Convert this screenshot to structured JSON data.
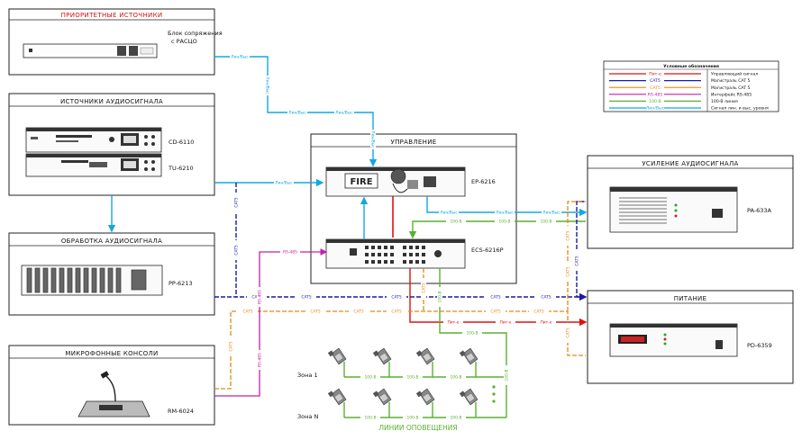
{
  "blocks": {
    "priority": {
      "title": "ПРИОРИТЕТНЫЕ ИСТОЧНИКИ",
      "device_label": "Блок сопряжения\nс РАСЦО"
    },
    "sources": {
      "title": "ИСТОЧНИКИ АУДИОСИГНАЛА",
      "dev1": "CD-6110",
      "dev2": "TU-6210"
    },
    "processing": {
      "title": "ОБРАБОТКА АУДИОСИГНАЛА",
      "dev": "PP-6213"
    },
    "mic": {
      "title": "МИКРОФОННЫЕ КОНСОЛИ",
      "dev": "RM-6024"
    },
    "control": {
      "title": "УПРАВЛЕНИЕ",
      "dev1": "EP-6216",
      "dev2": "ECS-6216P",
      "fire": "FIRE"
    },
    "amp": {
      "title": "УСИЛЕНИЕ АУДИОСИГНАЛА",
      "dev": "PA-633A"
    },
    "power": {
      "title": "ПИТАНИЕ",
      "dev": "PD-6359"
    }
  },
  "zones": {
    "zone1": "Зона 1",
    "zoneN": "Зона N",
    "lines": "ЛИНИИ ОПОВЕЩЕНИЯ"
  },
  "wires": {
    "line": "Лин/Выс",
    "cat5": "CAT5",
    "power": "Пит-е",
    "rs": "RS-485",
    "spk": "100-В"
  },
  "legend": {
    "title": "Условные обозначения",
    "items": [
      {
        "tag": "Пит-е",
        "desc": "Управляющий сигнал",
        "color": "#e01010"
      },
      {
        "tag": "CAT5",
        "desc": "Магистраль CAT 5",
        "color": "#1a1aa8"
      },
      {
        "tag": "CAT5",
        "desc": "Магистраль CAT 5",
        "color": "#e38a10"
      },
      {
        "tag": "RS-485",
        "desc": "Интерфейс RS-485",
        "color": "#c020a8"
      },
      {
        "tag": "100-В",
        "desc": "100-В линия",
        "color": "#5ab030"
      },
      {
        "tag": "Лин/Выс",
        "desc": "Сигнал лин. и выс. уровня",
        "color": "#12a8e0"
      }
    ]
  },
  "colors": {
    "red": "#e01010",
    "blue": "#1a1aa8",
    "orange": "#e38a10",
    "magenta": "#c020a8",
    "green": "#5ab030",
    "cyan": "#12a8e0"
  }
}
